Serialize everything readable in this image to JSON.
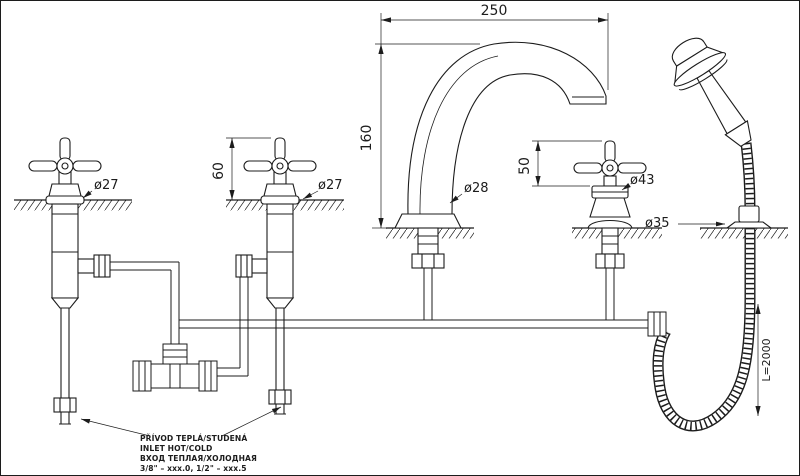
{
  "dimensions": {
    "dim_250": "250",
    "dim_160": "160",
    "dim_60": "60",
    "dim_50": "50",
    "dia_left_valve": "ø27",
    "dia_middle_valve": "ø27",
    "dia_spout": "ø28",
    "dia_diverter": "ø43",
    "dia_holder": "ø35",
    "hose_length": "L=2000"
  },
  "notes": {
    "cz": "PŘÍVOD TEPLÁ/STUDENÁ",
    "en": "INLET HOT/COLD",
    "ru": "ВХОД ТЕПЛАЯ/ХОЛОДНАЯ",
    "sizes": "3/8\" – xxx.0,  1/2\" – xxx.5"
  },
  "colors": {
    "line": "#1c1c1c",
    "background": "#ffffff"
  }
}
